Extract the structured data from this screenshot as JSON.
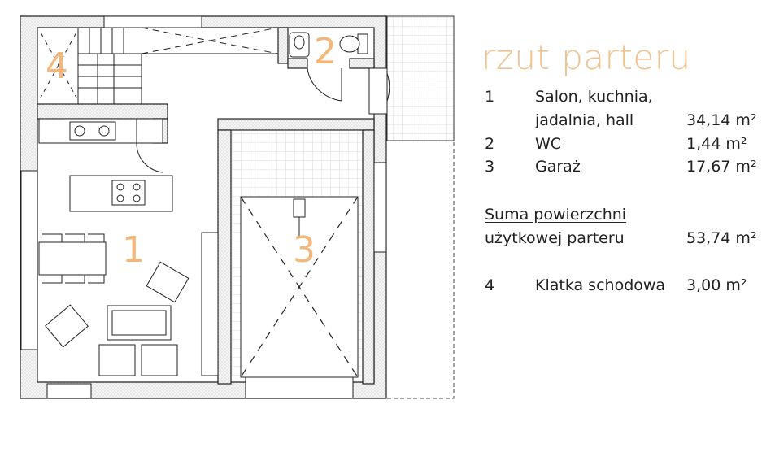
{
  "title": "rzut parteru",
  "rooms": [
    {
      "num": "1",
      "name_line1": "Salon, kuchnia,",
      "name_line2": "jadalnia, hall",
      "area": "34,14 m²"
    },
    {
      "num": "2",
      "name_line1": "WC",
      "area": "1,44 m²"
    },
    {
      "num": "3",
      "name_line1": "Garaż",
      "area": "17,67 m²"
    }
  ],
  "sum": {
    "line1": "Suma powierzchni",
    "line2": "użytkowej parteru",
    "area": "53,74 m²"
  },
  "stairs": {
    "num": "4",
    "name": "Klatka schodowa",
    "area": "3,00 m²"
  },
  "plan_labels": {
    "r1": "1",
    "r2": "2",
    "r3": "3",
    "r4": "4"
  },
  "colors": {
    "accent": "#f2b77a",
    "wall": "#222222"
  }
}
